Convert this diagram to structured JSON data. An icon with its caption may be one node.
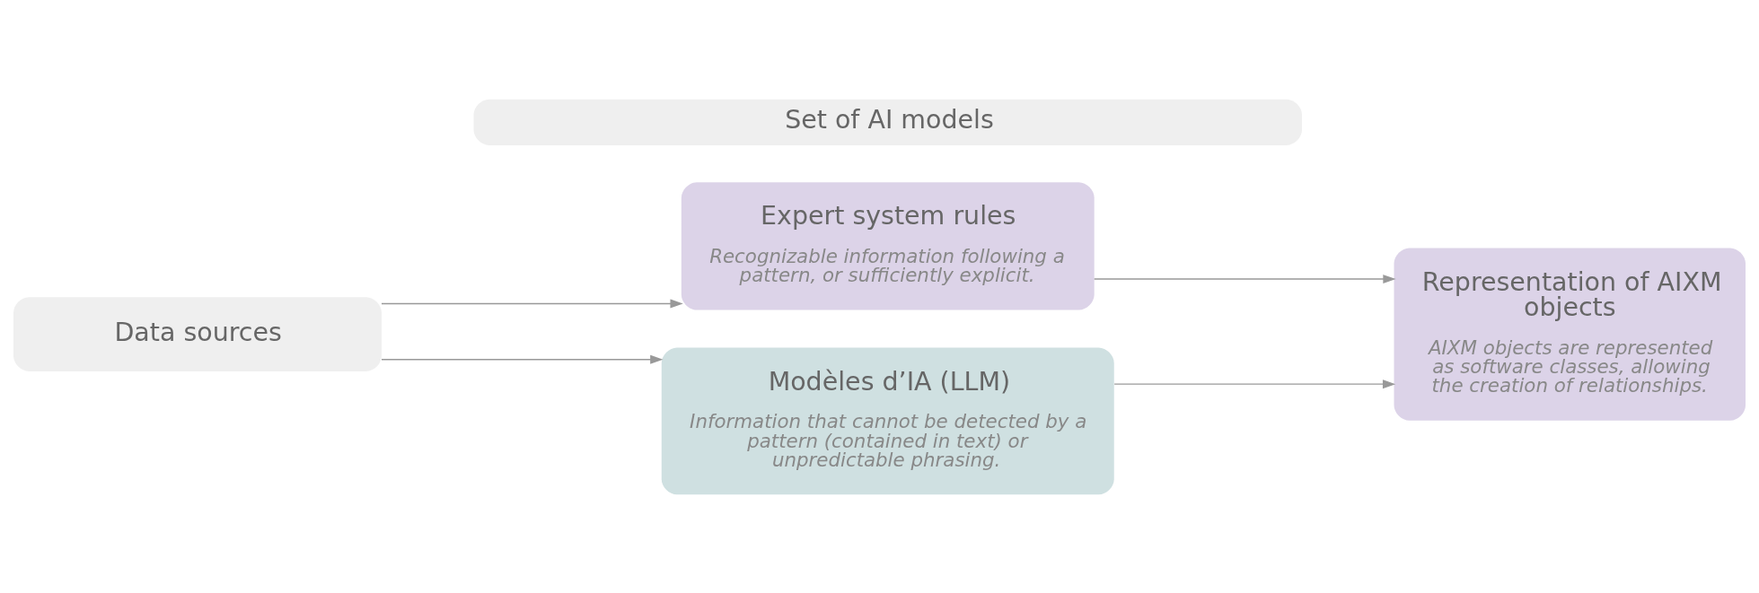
{
  "diagram": {
    "nodes": [
      {
        "text": [
          "Set of AI models"
        ]
      },
      {
        "text": [
          "Data sources"
        ]
      },
      {
        "text": [
          "Expert system rules",
          "Recognizable information following a pattern, or sufficiently explicit."
        ]
      },
      {
        "text": [
          "Modèles d’IA (LLM)",
          "Information that cannot be detected by a pattern (contained in text) or unpredictable phrasing."
        ]
      },
      {
        "text": [
          "Representation of AIXM objects",
          "AIXM objects are represented as software classes, allowing the creation of relationships."
        ]
      }
    ],
    "edges": [
      {
        "from": 1,
        "to": 2,
        "arrow": "to"
      },
      {
        "from": 1,
        "to": 3,
        "arrow": "to"
      },
      {
        "from": 2,
        "to": 4,
        "arrow": "to"
      },
      {
        "from": 3,
        "to": 4,
        "arrow": "to"
      }
    ]
  }
}
